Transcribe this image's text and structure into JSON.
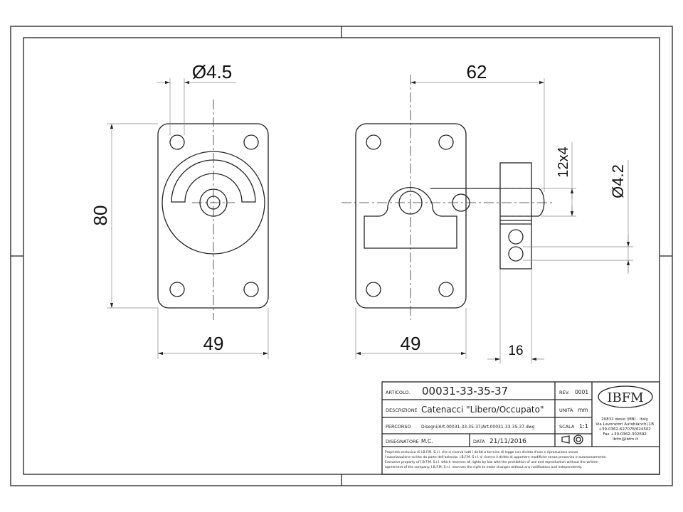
{
  "dimensions": {
    "hole_dia": "Ø4.5",
    "height": "80",
    "width_left": "49",
    "bolt_length": "62",
    "width_right": "49",
    "keeper_width": "16",
    "bolt_section": "12x4",
    "keeper_hole_dia": "Ø4.2"
  },
  "title_block": {
    "articolo_label": "ARTICOLO.",
    "articolo": "00031-33-35-37",
    "rev_label": "REV.",
    "rev": "0001",
    "descrizione_label": "DESCRIZIONE",
    "descrizione": "Catenacci \"Libero/Occupato\"",
    "unita_label": "UNITÀ",
    "unita": "mm",
    "percorso_label": "PERCORSO",
    "percorso": "Disegni/Art.00031-33-35-37/Art.00031-33-35-37.dwg",
    "scala_label": "SCALA",
    "scala": "1:1",
    "disegnatore_label": "DISEGNATORE",
    "disegnatore": "M.C.",
    "data_label": "DATA",
    "data": "21/11/2016",
    "logo": "IBFM",
    "address": [
      "20832 desio (MB) - Italy",
      "Via Lavoratori Autobianchi,1B",
      "+39-0362-627078/624502",
      "Fax +39-0362-302692",
      "ibfm@ibfm.it"
    ],
    "disclaimer": [
      "Proprietà esclusiva di I.B.F.M. S.r.l. che si riserva tutti i diritti a termine di legge con divieto d'uso e riproduzione senza",
      "l'autorizzazione scritta da parte dell'azienda. I.B.F.M. S.r.l. si riserva il diritto di apportare modifiche senza preavviso e autonomamente.",
      "Exclusive property of I.B.F.M. S.r.l. which reserves all rights by law with the prohibition of use and reproduction without the written",
      "agreement of the company. I.B.F.M. S.r.l. reserves the right to make changes without any notification and independently."
    ]
  }
}
